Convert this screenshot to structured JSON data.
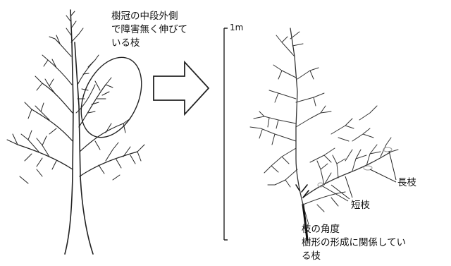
{
  "labels": {
    "callout_line1": "樹冠の中段外側",
    "callout_line2": "で障害無く伸びて",
    "callout_line3": "いる枝",
    "scale": "1m",
    "long_branch": "長枝",
    "short_branch": "短枝",
    "angle_line1": "枝の角度",
    "angle_line2": "樹形の形成に関係してい",
    "angle_line3": "る枝"
  }
}
